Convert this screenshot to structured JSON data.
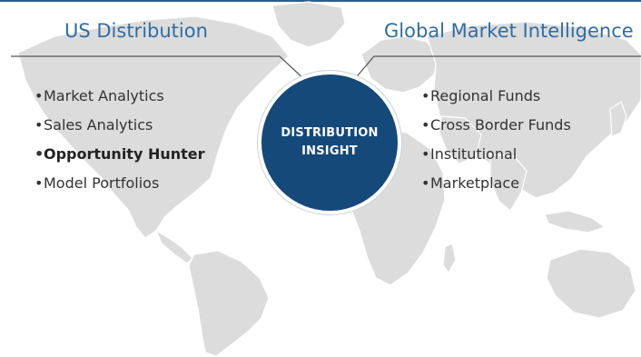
{
  "headings": {
    "left": "US Distribution",
    "right": "Global Market Intelligence"
  },
  "left_items": [
    {
      "label": "Market Analytics",
      "bold": false
    },
    {
      "label": "Sales Analytics",
      "bold": false
    },
    {
      "label": "Opportunity Hunter",
      "bold": true
    },
    {
      "label": "Model Portfolios",
      "bold": false
    }
  ],
  "right_items": [
    {
      "label": "Regional Funds",
      "bold": false
    },
    {
      "label": "Cross Border Funds",
      "bold": false
    },
    {
      "label": "Institutional",
      "bold": false
    },
    {
      "label": "Marketplace",
      "bold": false
    }
  ],
  "center": {
    "line1": "DISTRIBUTION",
    "line2": "INSIGHT"
  },
  "bullet_glyph": "•",
  "colors": {
    "accent_blue": "#2f6ea3",
    "circle_fill": "#15497a",
    "map_gray": "#d9d9d9",
    "text": "#333333"
  }
}
